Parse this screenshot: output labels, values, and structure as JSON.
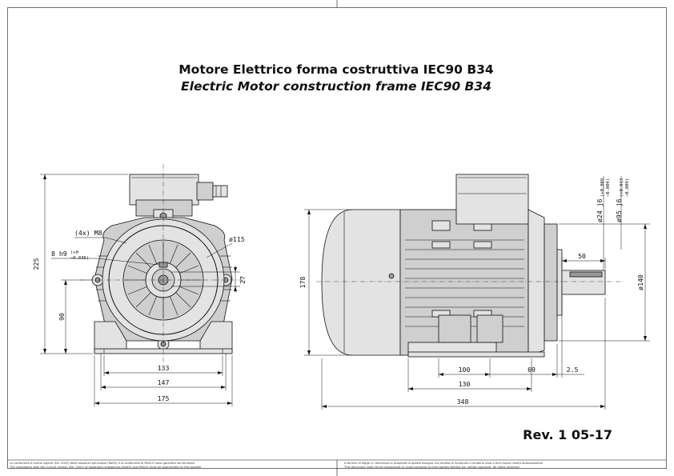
{
  "title": {
    "italian": "Motore Elettrico forma costruttiva IEC90 B34",
    "english": "Electric Motor construction frame IEC90 B34"
  },
  "front_view": {
    "holes": "(4x) M8",
    "keyway": "8 h9",
    "keyway_tol_upper": "(+0",
    "keyway_tol_lower": "−0.036)",
    "flange_pcd": "ø115",
    "shaft_key_height": "27",
    "overall_height": "225",
    "shaft_height": "90",
    "foot_holes_spacing": "133",
    "foot_width": "147",
    "overall_width": "175"
  },
  "side_view": {
    "body_height": "178",
    "shaft_diameter": "ø24 j6",
    "shaft_tol_upper": "(+0.009",
    "shaft_tol_lower": "−0.004)",
    "spigot_diameter": "ø95 j6",
    "spigot_tol_upper": "(+0.013",
    "spigot_tol_lower": "−0.009)",
    "flange_diameter": "ø140",
    "shaft_length": "50",
    "foot_hole_spacing": "100",
    "shaft_shoulder": "69",
    "flange_thickness": "2.5",
    "foot_length": "130",
    "overall_length": "348"
  },
  "revision": "Rev. 1 05-17",
  "footer": {
    "left_line1": "La conformità a norme vigenti (Dir. 2002) delle sostanze pericolose (RoHS) e la conformità al REACH sono garantite dal fornitore",
    "left_line2": "The compliance with the current version (Dir. 2002) of hazardous substances (RoHS) and REACH must be guaranteed by the supplier",
    "right_line1": "A termini di legge ci riserviamo la proprietà di questo disegno con divieto di riprodurlo o renderlo noto a terzi senza nostra autorizzazione",
    "right_line2": "This document shall not be reproduced or communicated to third parties without our written approval. All rights reserved"
  }
}
